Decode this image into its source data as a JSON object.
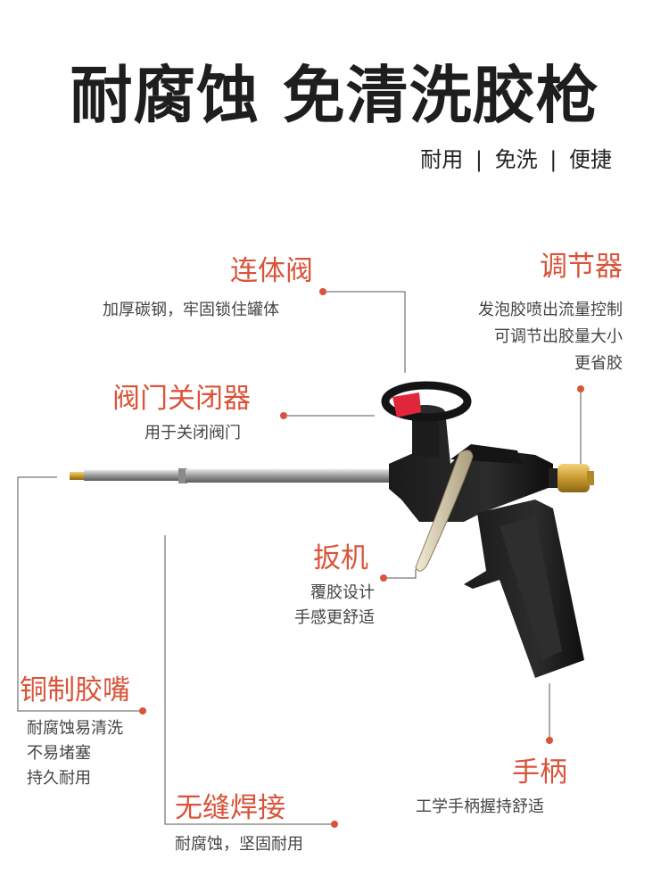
{
  "header": {
    "title": "耐腐蚀 免清洗胶枪",
    "features": [
      "耐用",
      "免洗",
      "便捷"
    ],
    "separator": "|"
  },
  "callouts": {
    "valve_body": {
      "title": "连体阀",
      "desc": [
        "加厚碳钢，牢固锁住罐体"
      ]
    },
    "regulator": {
      "title": "调节器",
      "desc": [
        "发泡胶喷出流量控制",
        "可调节出胶量大小",
        "更省胶"
      ]
    },
    "valve_closer": {
      "title": "阀门关闭器",
      "desc": [
        "用于关闭阀门"
      ]
    },
    "trigger": {
      "title": "扳机",
      "desc": [
        "覆胶设计",
        "手感更舒适"
      ]
    },
    "copper_nozzle": {
      "title": "铜制胶嘴",
      "desc": [
        "耐腐蚀易清洗",
        "不易堵塞",
        "持久耐用"
      ]
    },
    "handle": {
      "title": "手柄",
      "desc": [
        "工学手柄握持舒适"
      ]
    },
    "seamless_weld": {
      "title": "无缝焊接",
      "desc": [
        "耐腐蚀，坚固耐用"
      ]
    }
  },
  "colors": {
    "accent": "#d9543a",
    "title": "#1e1e1e",
    "guide_line": "#555555"
  }
}
